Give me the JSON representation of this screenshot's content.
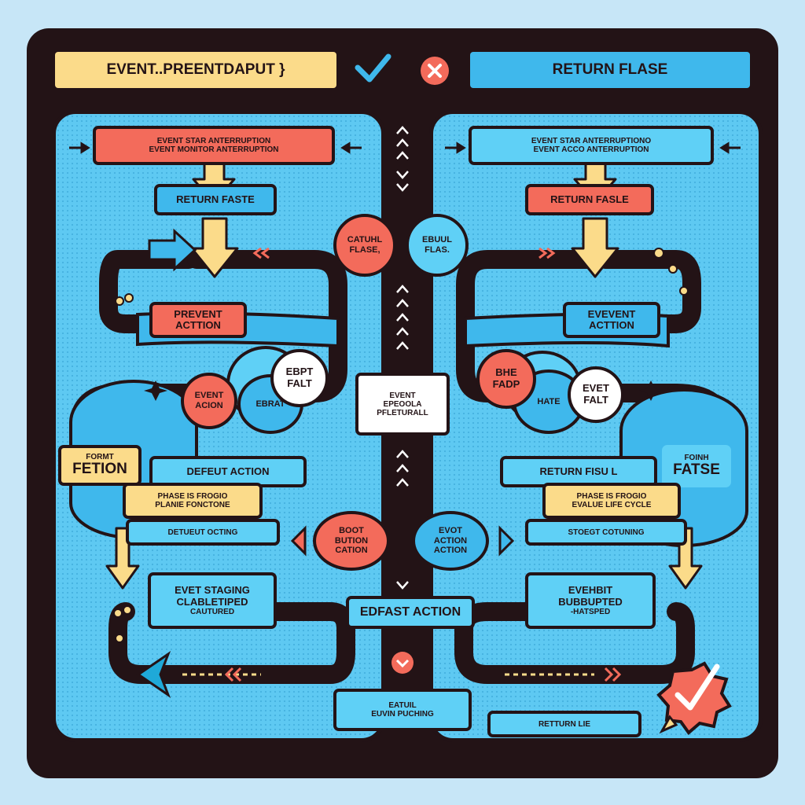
{
  "header": {
    "left_title": "EVENT..PREENTDAPUT }",
    "right_title": "RETURN FLASE",
    "check_color": "#3fb8ec",
    "cross_color": "#f36b5b"
  },
  "left": {
    "top_box": {
      "line1": "EVENT STAR ANTERRUPTION",
      "line2": "EVENT MONITOR ANTERRUPTION"
    },
    "return_box": "RETURN FASTE",
    "prevent_box": "PREVENT ACTTION",
    "event_circle": {
      "line1": "EVENT",
      "line2": "ACION"
    },
    "white_circle": {
      "line1": "EBPT",
      "line2": "FALT"
    },
    "center_word": "EBRAT",
    "fetion": "FETION",
    "fetion_small": "FORMT",
    "default_action": "DEFEUT ACTION",
    "phase_box": {
      "line1": "PHASE IS FROGIO",
      "line2": "PLANIE FONCTONE"
    },
    "detuent": "DETUEUT OCTING",
    "staging": {
      "line1": "EVET STAGING",
      "line2": "CLABLETIPED",
      "line3": "CAUTURED"
    }
  },
  "center": {
    "red_circle": {
      "line1": "CATUHL",
      "line2": "FLASE,"
    },
    "blue_circle": {
      "line1": "EBUUL",
      "line2": "FLAS."
    },
    "white_box": {
      "line1": "EVENT",
      "line2": "EPEOOLA",
      "line3": "PFLETURALL"
    },
    "red_oval": {
      "line1": "BOOT",
      "line2": "BUTION",
      "line3": "CATION"
    },
    "blue_oval": {
      "line1": "EVOT",
      "line2": "ACTION",
      "line3": "ACTION"
    },
    "edfast": "EDFAST ACTION",
    "bottom_box": {
      "line1": "EATUIL",
      "line2": "EUVIN PUCHING"
    }
  },
  "right": {
    "top_box": {
      "line1": "EVENT STAR ANTERRUPTIONO",
      "line2": "EVENT ACCO ANTERRUPTION"
    },
    "return_box": "RETURN FASLE",
    "event_action": "EVEVENT ACTTION",
    "red_circle": {
      "line1": "BHE",
      "line2": "FADP"
    },
    "white_circle": {
      "line1": "EVET",
      "line2": "FALT"
    },
    "center_word": "HATE",
    "fatse": "FATSE",
    "fatse_small": "FOINH",
    "return_fisul": "RETURN FISU L",
    "phase_box": {
      "line1": "PHASE IS FROGIO",
      "line2": "EVALUE LIFE CYCLE"
    },
    "stoeot": "STOEGT COTUNING",
    "bubbled": {
      "line1": "EVEHBIT",
      "line2": "BUBBUPTED",
      "line3": "-HATSPED"
    },
    "return_lie": "RETTURN LIE"
  }
}
